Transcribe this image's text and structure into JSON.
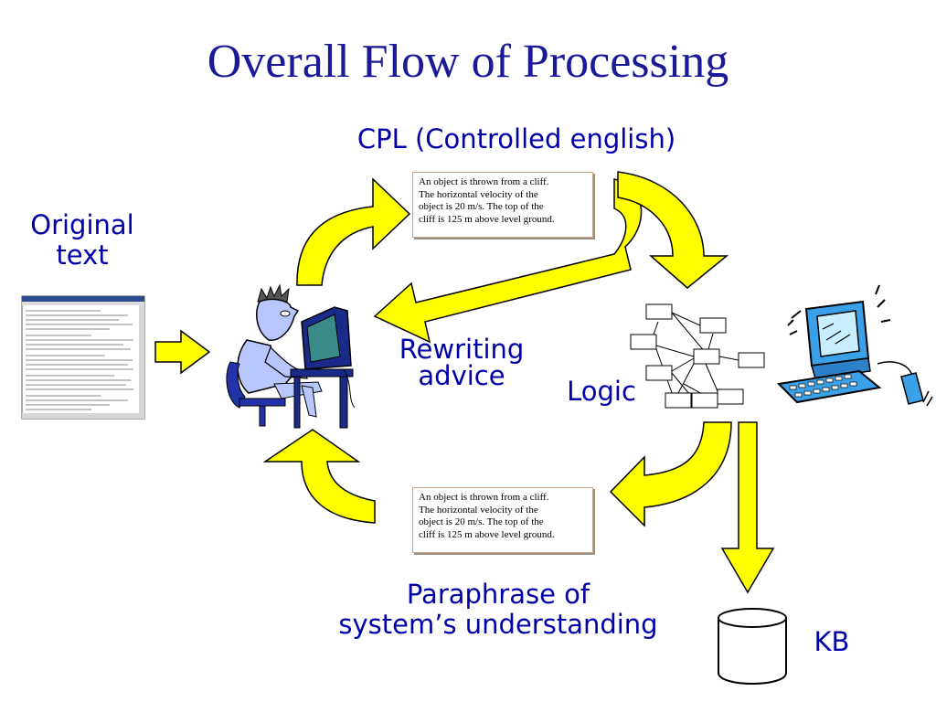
{
  "title": "Overall Flow of Processing",
  "labels": {
    "cpl": "CPL (Controlled english)",
    "original_line1": "Original",
    "original_line2": "text",
    "rewriting_line1": "Rewriting",
    "rewriting_line2": "advice",
    "logic": "Logic",
    "paraphrase_line1": "Paraphrase of",
    "paraphrase_line2": "system’s understanding",
    "kb": "KB"
  },
  "cpl_box": {
    "lines": [
      "An object is thrown from a cliff.",
      "The horizontal velocity of the",
      "object is 20 m/s. The top of the",
      "cliff is 125 m above level ground."
    ]
  },
  "paraphrase_box": {
    "lines": [
      "An object is thrown from a cliff.",
      "The horizontal velocity of the",
      "object is 20 m/s. The top of the",
      "cliff is 125 m above level ground."
    ]
  },
  "colors": {
    "arrow_fill": "#ffff00",
    "arrow_stroke": "#000000",
    "label_text": "#0000aa",
    "title_text": "#1a1a99"
  },
  "icons": [
    "document-window-icon",
    "person-at-computer-icon",
    "logic-graph-icon",
    "computer-icon",
    "database-cylinder-icon"
  ]
}
